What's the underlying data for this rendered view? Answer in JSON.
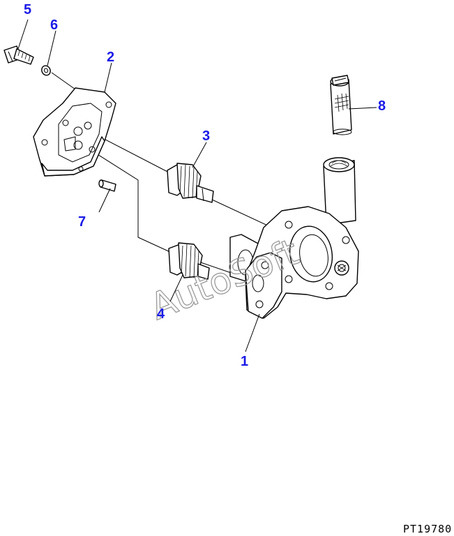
{
  "callouts": {
    "c1": "1",
    "c2": "2",
    "c3": "3",
    "c4": "4",
    "c5": "5",
    "c6": "6",
    "c7": "7",
    "c8": "8"
  },
  "watermark": "AutoSoft",
  "figure_code": "PT19780",
  "colors": {
    "callout": "#1a1ae6",
    "line": "#000000",
    "watermark": "#9a9a9a"
  }
}
